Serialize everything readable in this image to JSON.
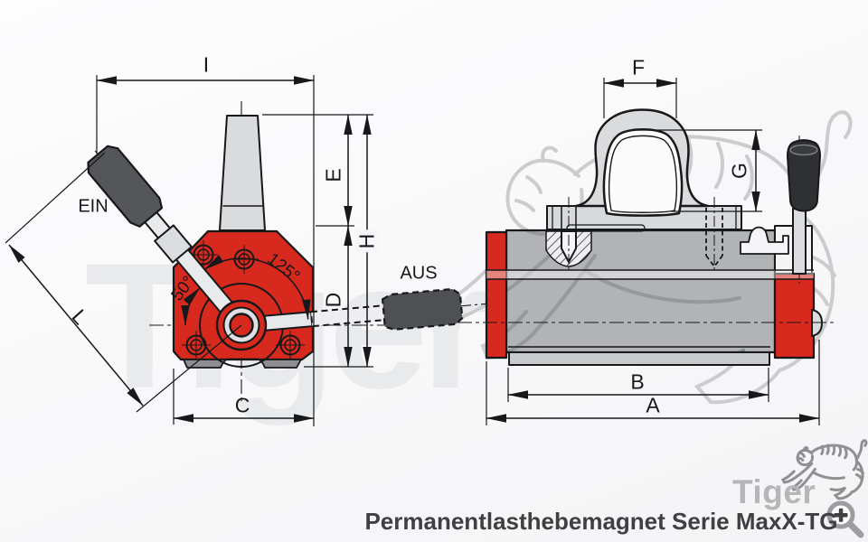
{
  "caption": "Permanentlasthebemagnet Serie MaxX-TG",
  "branding": {
    "logo_text": "Tiger",
    "watermark_text": "Tiger"
  },
  "side_view": {
    "lever_labels": {
      "on": "EIN",
      "off": "AUS"
    },
    "angles": {
      "sweep": "125°",
      "on_position": "50°"
    },
    "dims": {
      "I": "I",
      "E": "E",
      "H": "H",
      "D": "D",
      "C": "C",
      "L": "L"
    }
  },
  "front_view": {
    "dims": {
      "F": "F",
      "G": "G",
      "B": "B",
      "A": "A"
    }
  },
  "colors": {
    "magnet_red": "#d7291d",
    "handle_dark_gray": "#55565a",
    "body_gray": "#b2b3b5",
    "light_part_gray": "#dadbdd",
    "line": "#17181a",
    "watermark_text": "#e9eaec",
    "brand_gray": "#b5b6b8",
    "caption_text": "#3f4042"
  }
}
